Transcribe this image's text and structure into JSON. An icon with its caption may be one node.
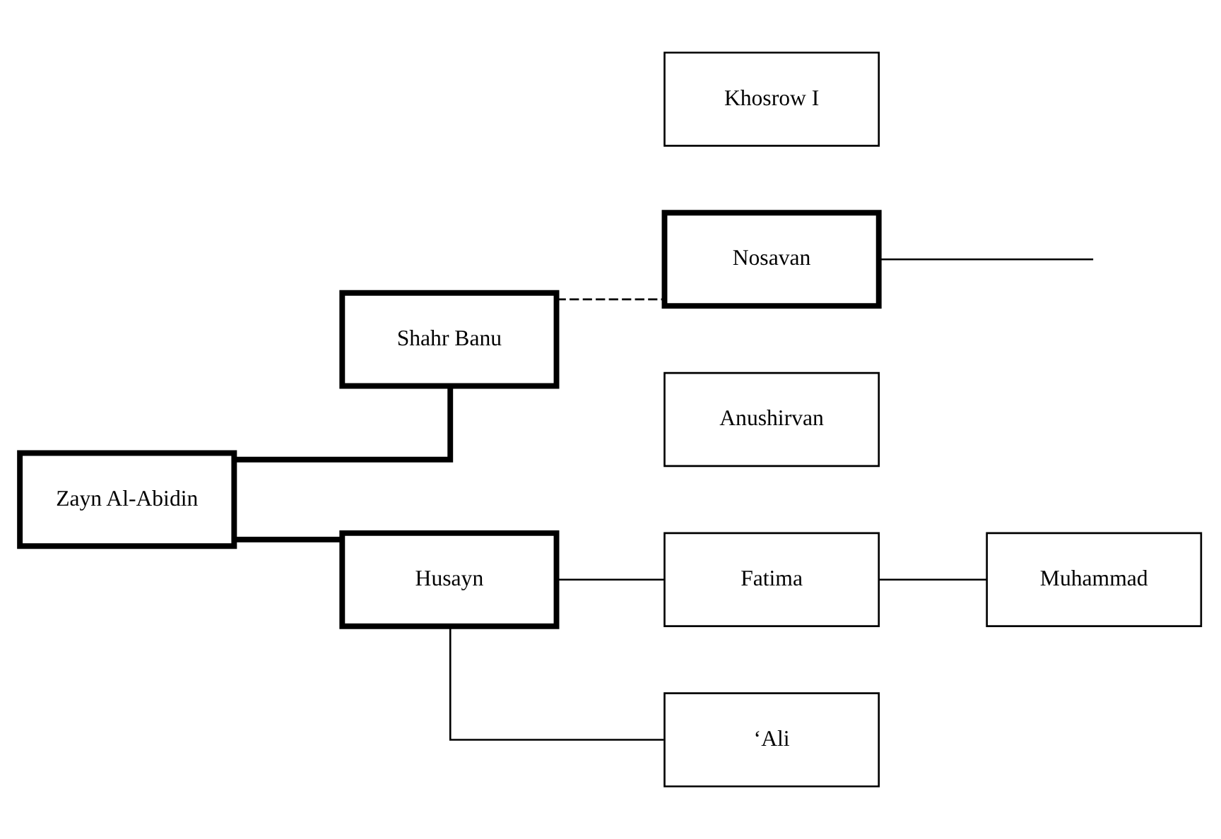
{
  "diagram": {
    "nodes": [
      {
        "text": [
          "Zayn Al-Abidin"
        ]
      },
      {
        "text": [
          "Shahr Banu"
        ]
      },
      {
        "text": [
          "Husayn"
        ]
      },
      {
        "text": [
          "Khosrow I"
        ]
      },
      {
        "text": [
          "Nosavan"
        ]
      },
      {
        "text": [
          "Anushirvan"
        ]
      },
      {
        "text": [
          "Fatima"
        ]
      },
      {
        "text": [
          "Muhammad"
        ]
      },
      {
        "text": [
          "‘Ali"
        ]
      }
    ],
    "edges": [
      {
        "from": 0,
        "to": 1,
        "arrow": "none",
        "style": "thick"
      },
      {
        "from": 0,
        "to": 2,
        "arrow": "none",
        "style": "thick"
      },
      {
        "from": 1,
        "to": 4,
        "arrow": "none",
        "style": "dashed"
      },
      {
        "from": 4,
        "to": null,
        "arrow": "none"
      },
      {
        "from": 2,
        "to": 6,
        "arrow": "none"
      },
      {
        "from": 2,
        "to": 8,
        "arrow": "none"
      },
      {
        "from": 6,
        "to": 7,
        "arrow": "none"
      }
    ]
  }
}
